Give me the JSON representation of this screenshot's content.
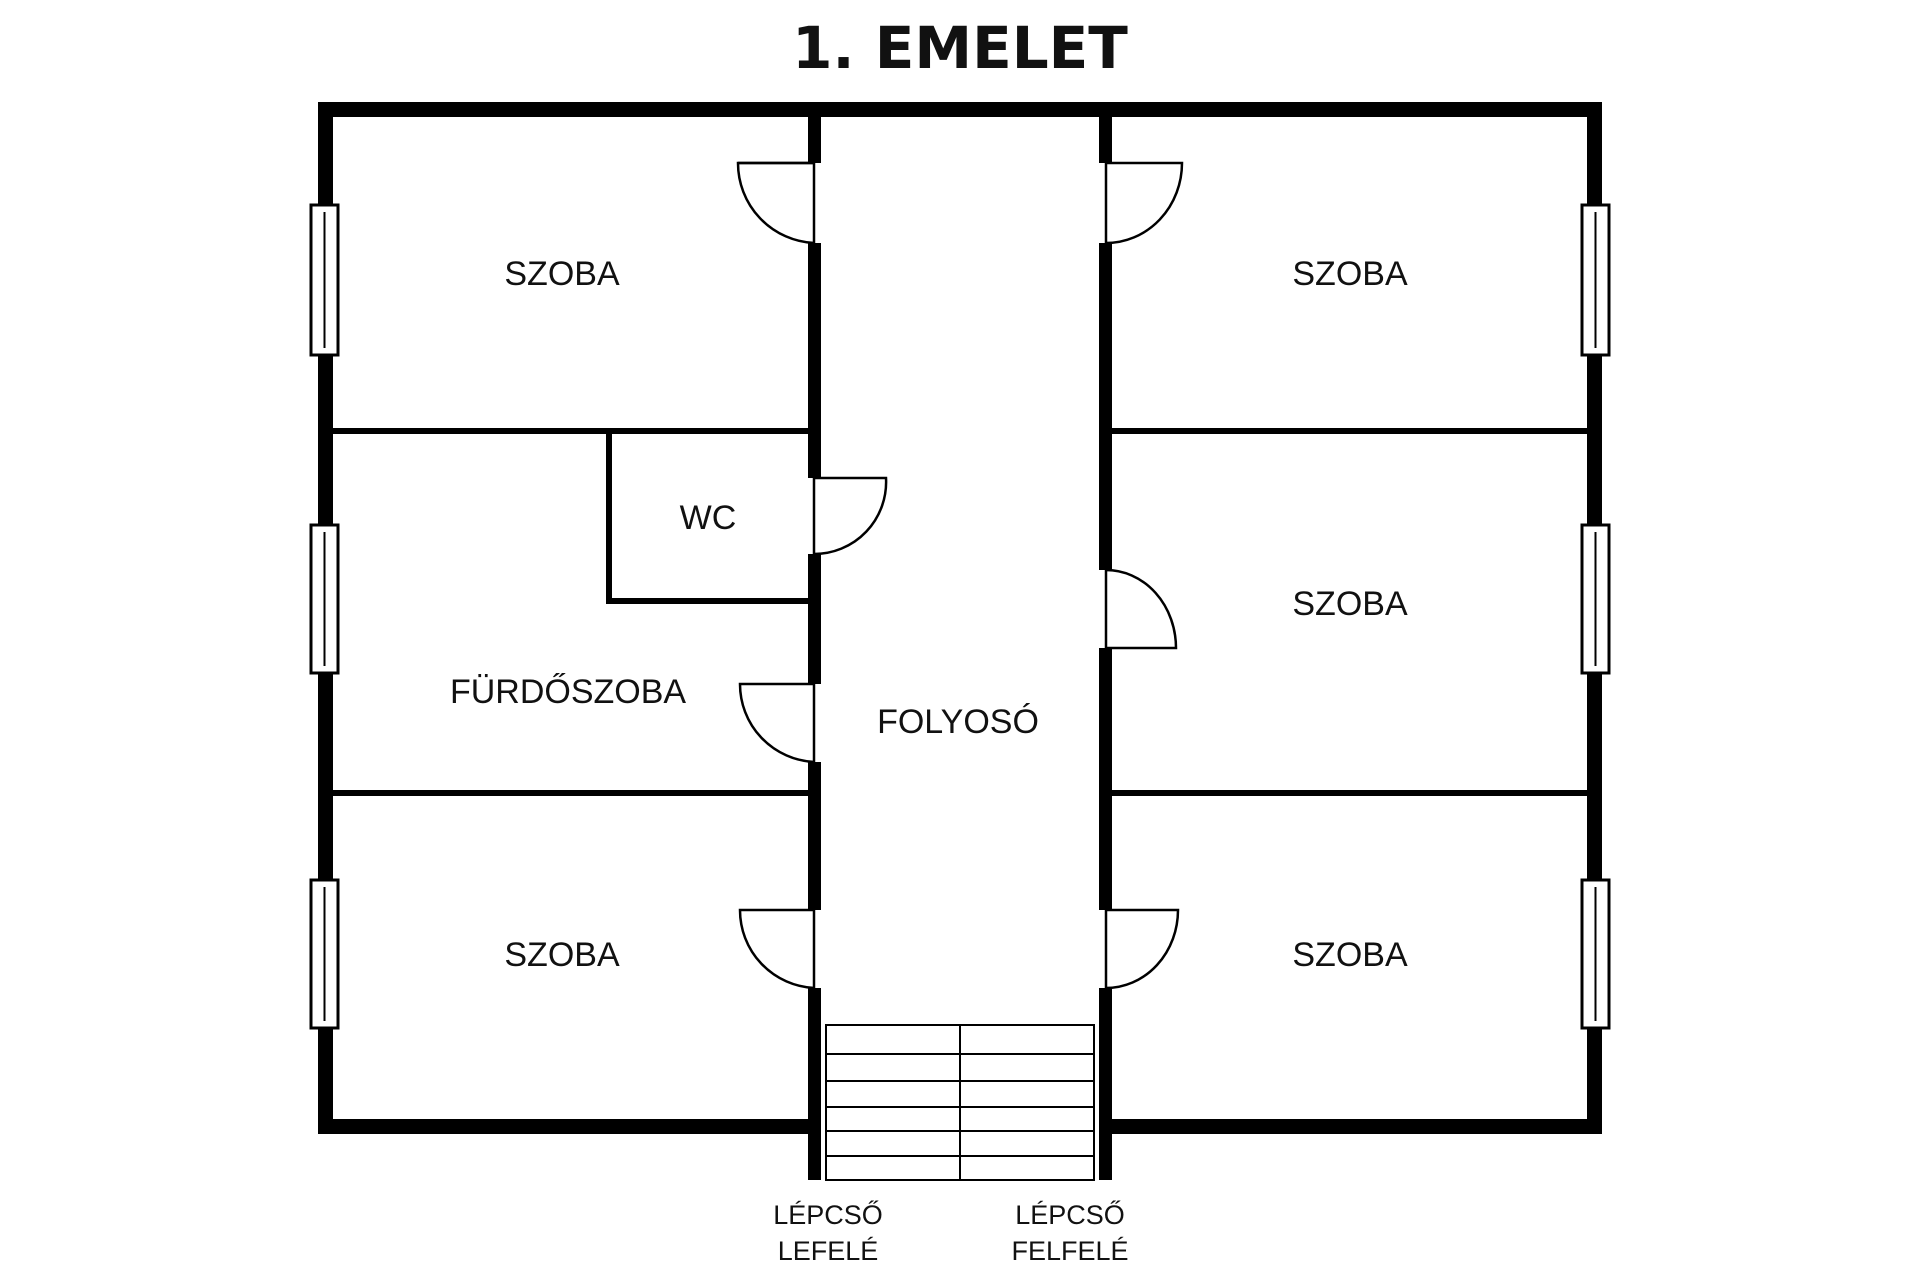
{
  "title": "1. EMELET",
  "rooms": {
    "szoba_top_left": "SZOBA",
    "wc": "WC",
    "furdoszoba": "FÜRDŐSZOBA",
    "szoba_bottom_left": "SZOBA",
    "folyoso": "FOLYOSÓ",
    "szoba_top_right": "SZOBA",
    "szoba_middle_right": "SZOBA",
    "szoba_bottom_right": "SZOBA"
  },
  "stairs": {
    "down_line1": "LÉPCSŐ",
    "down_line2": "LEFELÉ",
    "up_line1": "LÉPCSŐ",
    "up_line2": "FELFELÉ"
  },
  "colors": {
    "wall": "#000000",
    "background": "#ffffff"
  }
}
